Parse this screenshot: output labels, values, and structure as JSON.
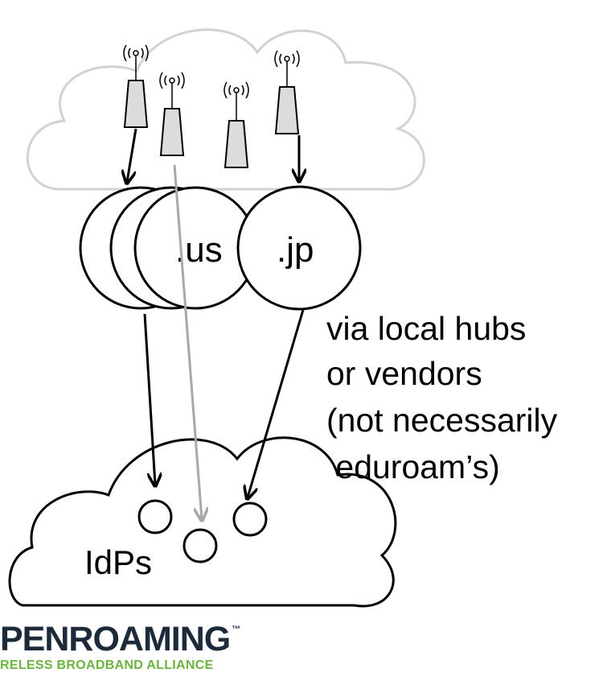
{
  "diagram": {
    "nodes": [
      {
        "id": "hub-us",
        "label": ".us"
      },
      {
        "id": "hub-jp",
        "label": ".jp"
      },
      {
        "id": "idp-cloud",
        "label": "IdPs"
      }
    ],
    "note_lines": [
      "via local hubs",
      "or vendors",
      "(not necessarily",
      " eduroam’s)"
    ],
    "colors": {
      "stroke": "#000000",
      "top_cloud": "#d8cfd2",
      "gray_path": "#a8a8a8",
      "ap_fill": "#dcdcdc"
    }
  },
  "logo": {
    "main_text": "PENROAMING",
    "trademark": "™",
    "subtitle": "RELESS BROADBAND ALLIANCE",
    "colors": {
      "main": "#1d2a3a",
      "sub": "#6cb33f"
    }
  }
}
